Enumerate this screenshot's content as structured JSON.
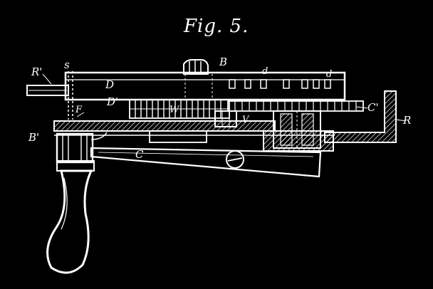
{
  "figure": {
    "title": "Fig. 5.",
    "labels": {
      "R_prime": "R'",
      "s": "s",
      "D": "D",
      "B": "B",
      "d1": "d",
      "d2": "d",
      "D_prime": "D'",
      "F": "F",
      "W": "W",
      "V": "V",
      "C_prime": "C'",
      "R": "R",
      "B_prime": "B'",
      "C": "C"
    }
  },
  "colors": {
    "background": "#000000",
    "ink": "#ffffff"
  }
}
